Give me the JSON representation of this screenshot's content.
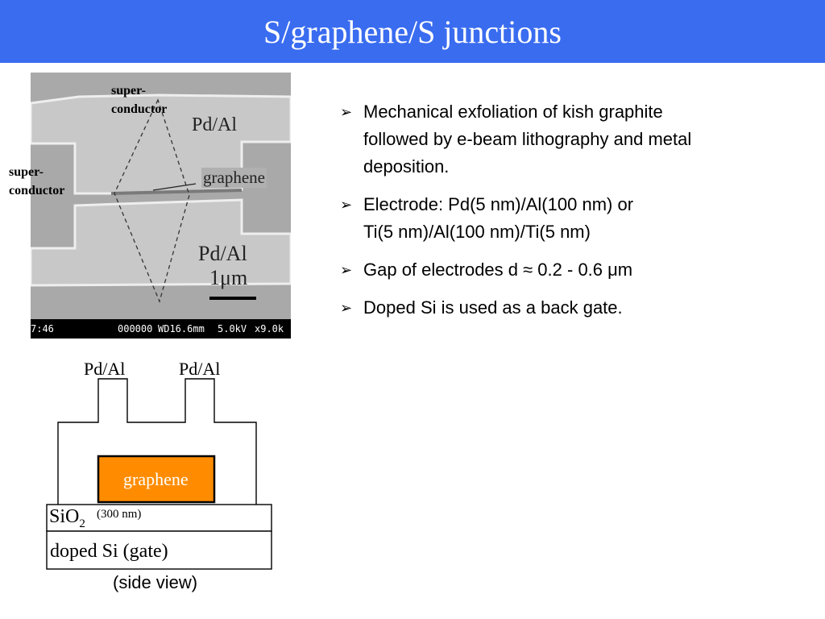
{
  "slide": {
    "title": "S/graphene/S junctions"
  },
  "sem_image": {
    "label_sc_top_1": "super-",
    "label_sc_top_2": "conductor",
    "label_sc_left_1": "super-",
    "label_sc_left_2": "conductor",
    "label_pdal_top": "Pd/Al",
    "label_graphene": "graphene",
    "label_pdal_bottom": "Pd/Al",
    "scale_bar_label": "1μm",
    "info_time": "7:46",
    "info_id": "000000",
    "info_wd": "WD16.6mm",
    "info_kv": "5.0kV",
    "info_mag": "x9.0k"
  },
  "bullets": [
    {
      "line1": "Mechanical exfoliation of kish graphite",
      "line2": "followed by e-beam lithography and metal",
      "line3": "deposition."
    },
    {
      "line1": "Electrode: Pd(5 nm)/Al(100 nm) or",
      "line2": "Ti(5 nm)/Al(100 nm)/Ti(5 nm)"
    },
    {
      "line1": "Gap of electrodes d ≈ 0.2 - 0.6 μm"
    },
    {
      "line1": "Doped Si is used as a back gate."
    }
  ],
  "side_view": {
    "electrode_left": "Pd/Al",
    "electrode_right": "Pd/Al",
    "graphene": "graphene",
    "oxide": "SiO",
    "oxide_sub": "2",
    "oxide_thickness": "(300 nm)",
    "substrate": "doped Si (gate)",
    "caption": "(side view)"
  },
  "colors": {
    "title_bar": "#3a6cf0",
    "graphene_fill": "#ff8c00"
  }
}
